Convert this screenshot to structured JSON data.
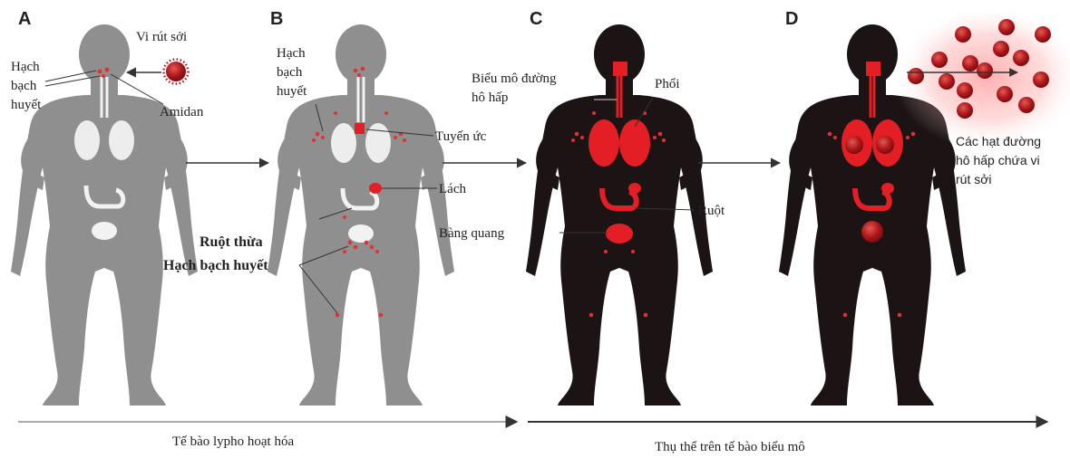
{
  "panels": [
    {
      "letter": "A",
      "body_color": "#8f8f8f"
    },
    {
      "letter": "B",
      "body_color": "#8f8f8f"
    },
    {
      "letter": "C",
      "body_color": "#1c1414"
    },
    {
      "letter": "D",
      "body_color": "#1c1414"
    }
  ],
  "labels": {
    "virus": "Vi rút sởi",
    "lymph_node_a": [
      "Hạch",
      "bạch",
      "huyết"
    ],
    "tonsil": "Amidan",
    "lymph_node_b": [
      "Hạch",
      "bạch",
      "huyết"
    ],
    "thymus": "Tuyến ức",
    "spleen": "Lách",
    "appendix": "Ruột thừa",
    "lymph_node_bold": "Hạch bạch huyết",
    "epithelium": [
      "Biểu mô đường",
      "hô hấp"
    ],
    "lung": "Phổi",
    "bladder": "Bàng quang",
    "intestine": "Ruột",
    "particles": [
      "Các hạt đường",
      "hô hấp chứa vi",
      "rút sởi"
    ]
  },
  "bottom": {
    "left": "Tế bào lypho hoạt hóa",
    "right": "Thụ thể trên tế bào biểu mô"
  },
  "colors": {
    "organ_light": "#f2f2f2",
    "virus": "#b0181c",
    "red_organ": "#e31e24",
    "dots": "#e0332f",
    "arrow": "#333333",
    "cloud": "#ff9a9a"
  }
}
